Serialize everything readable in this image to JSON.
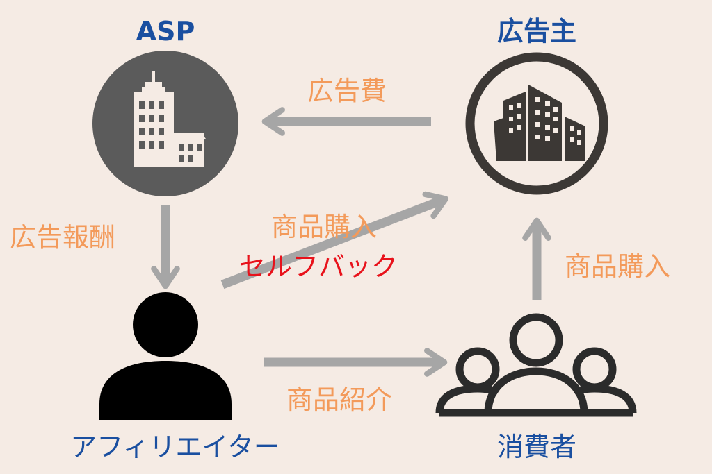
{
  "nodes": {
    "asp": {
      "label": "ASP"
    },
    "advertiser": {
      "label": "広告主"
    },
    "affiliator": {
      "label": "アフィリエイター"
    },
    "consumer": {
      "label": "消費者"
    }
  },
  "flows": {
    "ad_fee": "広告費",
    "ad_reward": "広告報酬",
    "purchase_self": "商品購入",
    "self_back": "セルフバック",
    "purchase_consumer": "商品購入",
    "product_intro": "商品紹介"
  },
  "colors": {
    "background": "#f5ebe4",
    "node_label": "#1a4fa0",
    "flow_label": "#f39a5a",
    "self_back": "#e8121b",
    "arrow": "#a6a6a6",
    "asp_circle": "#5b5b5b",
    "advertiser_ring": "#3c3835"
  },
  "icons": {
    "asp": "office-building-icon",
    "advertiser": "city-buildings-icon",
    "affiliator": "person-icon",
    "consumer": "group-of-people-icon"
  }
}
